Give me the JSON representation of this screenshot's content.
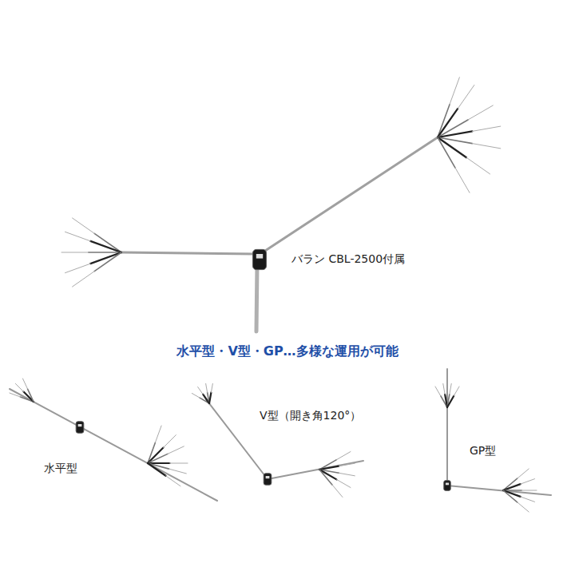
{
  "diagram": {
    "labels": [
      "バラン CBL-2500付属",
      "水平型・V型・GP…多様な運用が可能",
      "V型（開き角120°）",
      "水平型",
      "GP型"
    ]
  }
}
